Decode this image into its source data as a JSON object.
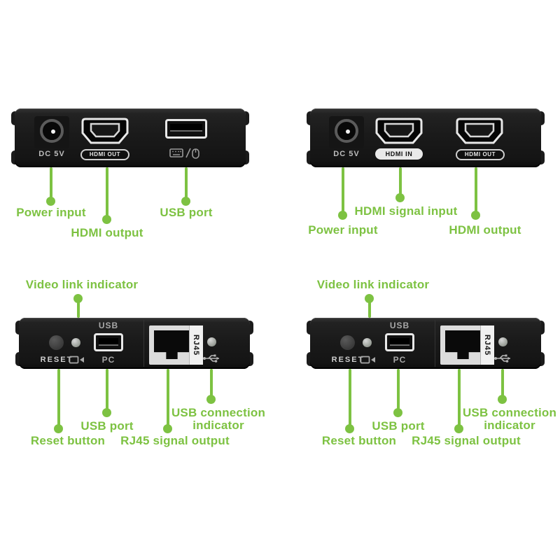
{
  "colors": {
    "accent_green": "#7dc242",
    "device_black": "#1a1a1a",
    "port_white": "#e8e8e8"
  },
  "icons": {
    "keyboard_mouse": "keyboard-and-mouse-icon",
    "usb_trident": "usb-symbol-icon",
    "video_display": "display-video-icon"
  },
  "tl": {
    "dc_label": "DC 5V",
    "hdmi_port_label": "HDMI OUT",
    "ann_power": "Power input",
    "ann_hdmi": "HDMI output",
    "ann_usb": "USB port"
  },
  "tr": {
    "dc_label": "DC 5V",
    "hdmi_in_port_label": "HDMI IN",
    "hdmi_out_port_label": "HDMI OUT",
    "ann_power": "Power input",
    "ann_hdmi_in": "HDMI signal input",
    "ann_hdmi_out": "HDMI output"
  },
  "bl": {
    "reset_label": "RESET",
    "usb_label": "USB",
    "pc_label": "PC",
    "rj45_label": "RJ45",
    "ann_video": "Video link indicator",
    "ann_reset": "Reset button",
    "ann_usb": "USB port",
    "ann_rj45": "RJ45 signal output",
    "ann_usb_conn": "USB connection indicator"
  },
  "br": {
    "reset_label": "RESET",
    "usb_label": "USB",
    "pc_label": "PC",
    "rj45_label": "RJ45",
    "ann_video": "Video link indicator",
    "ann_reset": "Reset button",
    "ann_usb": "USB port",
    "ann_rj45": "RJ45 signal output",
    "ann_usb_conn": "USB connection indicator"
  }
}
